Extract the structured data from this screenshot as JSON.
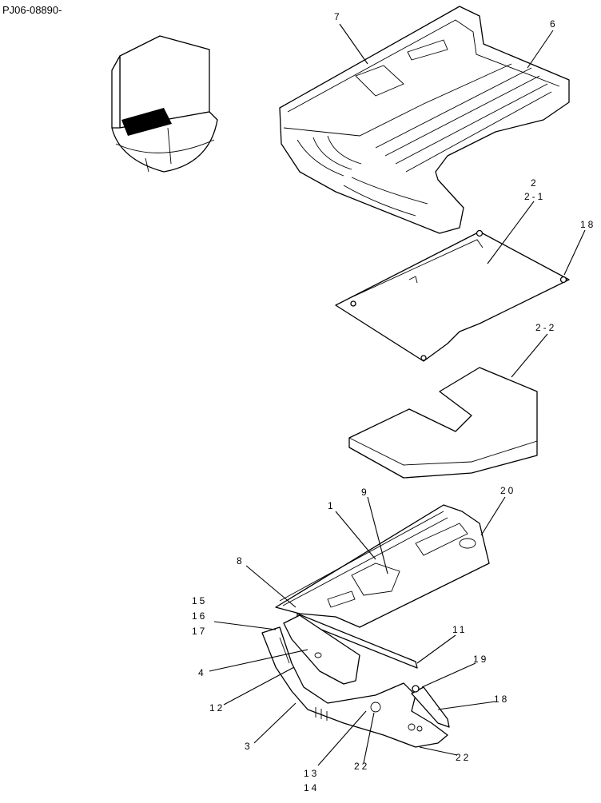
{
  "drawing_code": "PJ06-08890-",
  "callouts": [
    {
      "id": "c7",
      "text": "7"
    },
    {
      "id": "c6",
      "text": "6"
    },
    {
      "id": "c2",
      "text": "2"
    },
    {
      "id": "c2-1",
      "text": "2-1"
    },
    {
      "id": "c18a",
      "text": "18"
    },
    {
      "id": "c2-2",
      "text": "2-2"
    },
    {
      "id": "c1",
      "text": "1"
    },
    {
      "id": "c9",
      "text": "9"
    },
    {
      "id": "c20",
      "text": "20"
    },
    {
      "id": "c8",
      "text": "8"
    },
    {
      "id": "c15",
      "text": "15"
    },
    {
      "id": "c16",
      "text": "16"
    },
    {
      "id": "c17",
      "text": "17"
    },
    {
      "id": "c11",
      "text": "11"
    },
    {
      "id": "c4",
      "text": "4"
    },
    {
      "id": "c19",
      "text": "19"
    },
    {
      "id": "c12",
      "text": "12"
    },
    {
      "id": "c18b",
      "text": "18"
    },
    {
      "id": "c3",
      "text": "3"
    },
    {
      "id": "c22a",
      "text": "22"
    },
    {
      "id": "c22b",
      "text": "22"
    },
    {
      "id": "c13",
      "text": "13"
    },
    {
      "id": "c14",
      "text": "14"
    }
  ]
}
